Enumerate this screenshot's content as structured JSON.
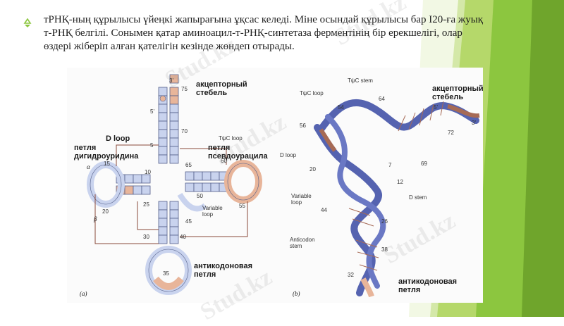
{
  "slide": {
    "text": "тРНҚ-ның құрылысы үйеңкі жапырағына ұқсас келеді. Міне осындай құрылысы бар І20-ға жуық т-РНҚ белгілі. Сонымен қатар аминоацил-т-РНҚ-синтетаза ферментінің бір ерекшелігі, олар өздері жіберіп алған қателігін кезінде жөндеп отырады.",
    "accent_color": "#8cc63f",
    "bullet_icon": "recycle-icon"
  },
  "figure": {
    "panel_a": {
      "acceptor_stem": "акцепторный\nстебель",
      "d_loop_en": "D loop",
      "d_loop_ru": "петля\nдигидроуридина",
      "tpsic_loop_en": "TψC loop",
      "tpsic_loop_ru": "петля\nпсевдоурацила",
      "variable_loop": "Variable\nloop",
      "anticodon_loop": "антикодоновая\nпетля",
      "panel_label": "(a)",
      "numbers": [
        "3'",
        "75",
        "5'",
        "70",
        "5",
        "65",
        "60",
        "15",
        "10",
        "20",
        "25",
        "50",
        "55",
        "45",
        "30",
        "40",
        "35"
      ],
      "greek": [
        "α",
        "β"
      ]
    },
    "panel_b": {
      "tpsic_stem": "TψC stem",
      "tpsic_loop": "TψC loop",
      "acceptor_stem": "акцепторный\nстебель",
      "d_loop": "D loop",
      "d_stem": "D stem",
      "variable_loop": "Variable\nloop",
      "anticodon_stem": "Anticodon\nstem",
      "anticodon_loop": "антикодоновая\nпетля",
      "panel_label": "(b)",
      "numbers": [
        "64",
        "54",
        "56",
        "5'",
        "72",
        "3'",
        "7",
        "69",
        "20",
        "12",
        "44",
        "26",
        "38",
        "32"
      ]
    }
  },
  "watermark": [
    "Stud.kz",
    "Stud.kz",
    "Stud.kz",
    "Stud.kz",
    "Stud.kz"
  ]
}
